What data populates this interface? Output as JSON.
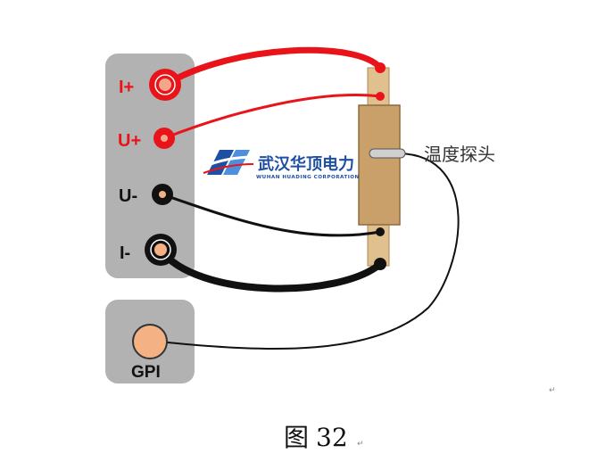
{
  "terminals": {
    "i_plus": "I+",
    "u_plus": "U+",
    "u_minus": "U-",
    "i_minus": "I-"
  },
  "gpi": {
    "label": "GPI"
  },
  "probe": {
    "label": "温度探头"
  },
  "logo": {
    "cn": "武汉华顶电力",
    "en": "WUHAN HUADING CORPORATION"
  },
  "caption": {
    "fig": "图",
    "num": "32"
  },
  "colors": {
    "panel": "#b2b2b2",
    "red_wire": "#e8141a",
    "black_wire": "#111111",
    "probe_body": "#c9a06a",
    "logo_blue": "#1d4fa3",
    "gpi_knob": "#f4b183"
  }
}
